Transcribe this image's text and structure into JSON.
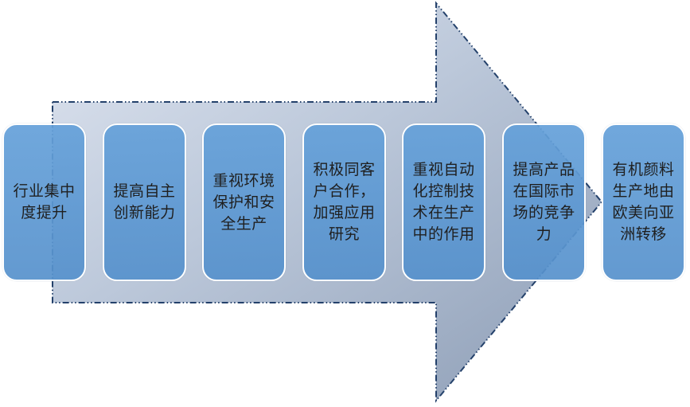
{
  "diagram": {
    "type": "process-arrow",
    "arrow_direction": "right",
    "steps": [
      {
        "text": "行业集中\n度提升"
      },
      {
        "text": "提高自主\n创新能力"
      },
      {
        "text": "重视环境\n保护和安\n全生产"
      },
      {
        "text": "积极同客\n户合作，\n加强应用\n研究"
      },
      {
        "text": "重视自动\n化控制技\n术在生产\n中的作用"
      },
      {
        "text": "提高产品\n在国际市\n场的竞争\n力"
      },
      {
        "text": "有机颜料\n生产地由\n欧美向亚\n洲转移"
      }
    ],
    "colors": {
      "background": "#FFFFFF",
      "box_fill": "#5B9BD5",
      "box_border": "#FFFFFF",
      "text": "#1F1F1F",
      "arrow_gradient_start": "#DFE5F0",
      "arrow_gradient_mid": "#BCC8DA",
      "arrow_gradient_end": "#90A0B8",
      "arrow_border": "#24416B"
    }
  }
}
